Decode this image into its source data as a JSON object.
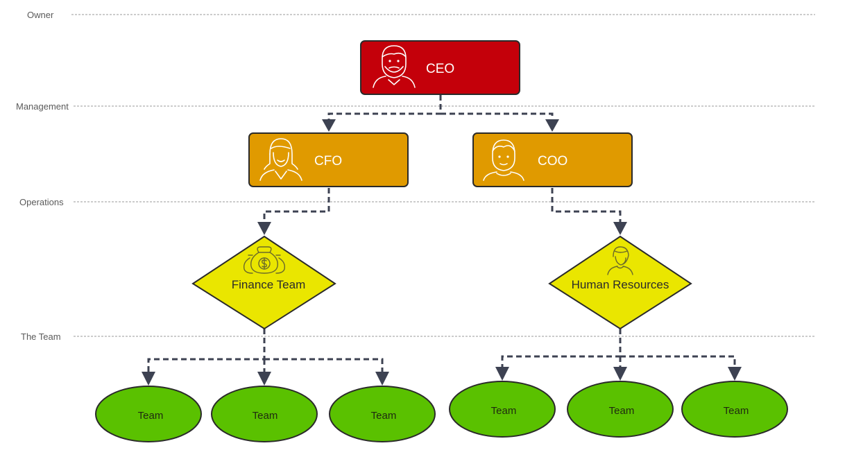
{
  "colors": {
    "ceo_fill": "#c4000a",
    "exec_fill": "#e09a00",
    "diamond_fill": "#eae600",
    "team_fill": "#5ac100",
    "edge": "#3d4252",
    "lane_line": "#9a9a9a"
  },
  "lanes": [
    "Owner",
    "Management",
    "Operations",
    "The Team"
  ],
  "nodes": {
    "ceo": {
      "label": "CEO",
      "icon": "bearded-man-icon"
    },
    "cfo": {
      "label": "CFO",
      "icon": "woman-icon"
    },
    "coo": {
      "label": "COO",
      "icon": "man-icon"
    },
    "finance": {
      "label": "Finance Team",
      "icon": "money-bags-icon"
    },
    "hr": {
      "label": "Human Resources",
      "icon": "person-icon"
    }
  },
  "teams": {
    "finance": [
      "Team",
      "Team",
      "Team"
    ],
    "hr": [
      "Team",
      "Team",
      "Team"
    ]
  }
}
